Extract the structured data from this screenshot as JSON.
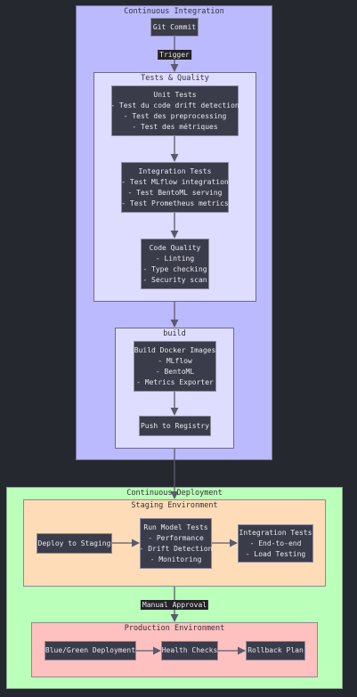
{
  "clusters": {
    "ci": "Continuous Integration",
    "tests": "Tests & Quality",
    "build": "build",
    "cd": "Continuous Deployment",
    "staging": "Staging Environment",
    "prod": "Production Environment"
  },
  "nodes": {
    "git_commit": [
      "Git Commit"
    ],
    "unit_tests": [
      "Unit Tests",
      "- Test du code drift detection",
      "- Test des preprocessing",
      "- Test des métriques"
    ],
    "integration_tests_ci": [
      "Integration Tests",
      "- Test MLflow integration",
      "- Test BentoML serving",
      "- Test Prometheus metrics"
    ],
    "code_quality": [
      "Code Quality",
      "- Linting",
      "- Type checking",
      "- Security scan"
    ],
    "build_images": [
      "Build Docker Images",
      "- MLflow",
      "- BentoML",
      "- Metrics Exporter"
    ],
    "push_registry": [
      "Push to Registry"
    ],
    "deploy_staging": [
      "Deploy to Staging"
    ],
    "run_model_tests": [
      "Run Model Tests",
      "- Performance",
      "- Drift Detection",
      "- Monitoring"
    ],
    "integration_tests_cd": [
      "Integration Tests",
      "- End-to-end",
      "- Load Testing"
    ],
    "blue_green": [
      "Blue/Green Deployment"
    ],
    "health_checks": [
      "Health Checks"
    ],
    "rollback": [
      "Rollback Plan"
    ]
  },
  "edge_labels": {
    "trigger": "Trigger",
    "manual_approval": "Manual Approval"
  },
  "colors": {
    "ci_bg": "#bcbaff",
    "inner_bg": "#dedcff",
    "cd_bg": "#baffba",
    "staging_bg": "#ffdcb8",
    "prod_bg": "#ffc0c0",
    "node_bg": "#3b3c49",
    "edge": "#5a5a6a"
  }
}
